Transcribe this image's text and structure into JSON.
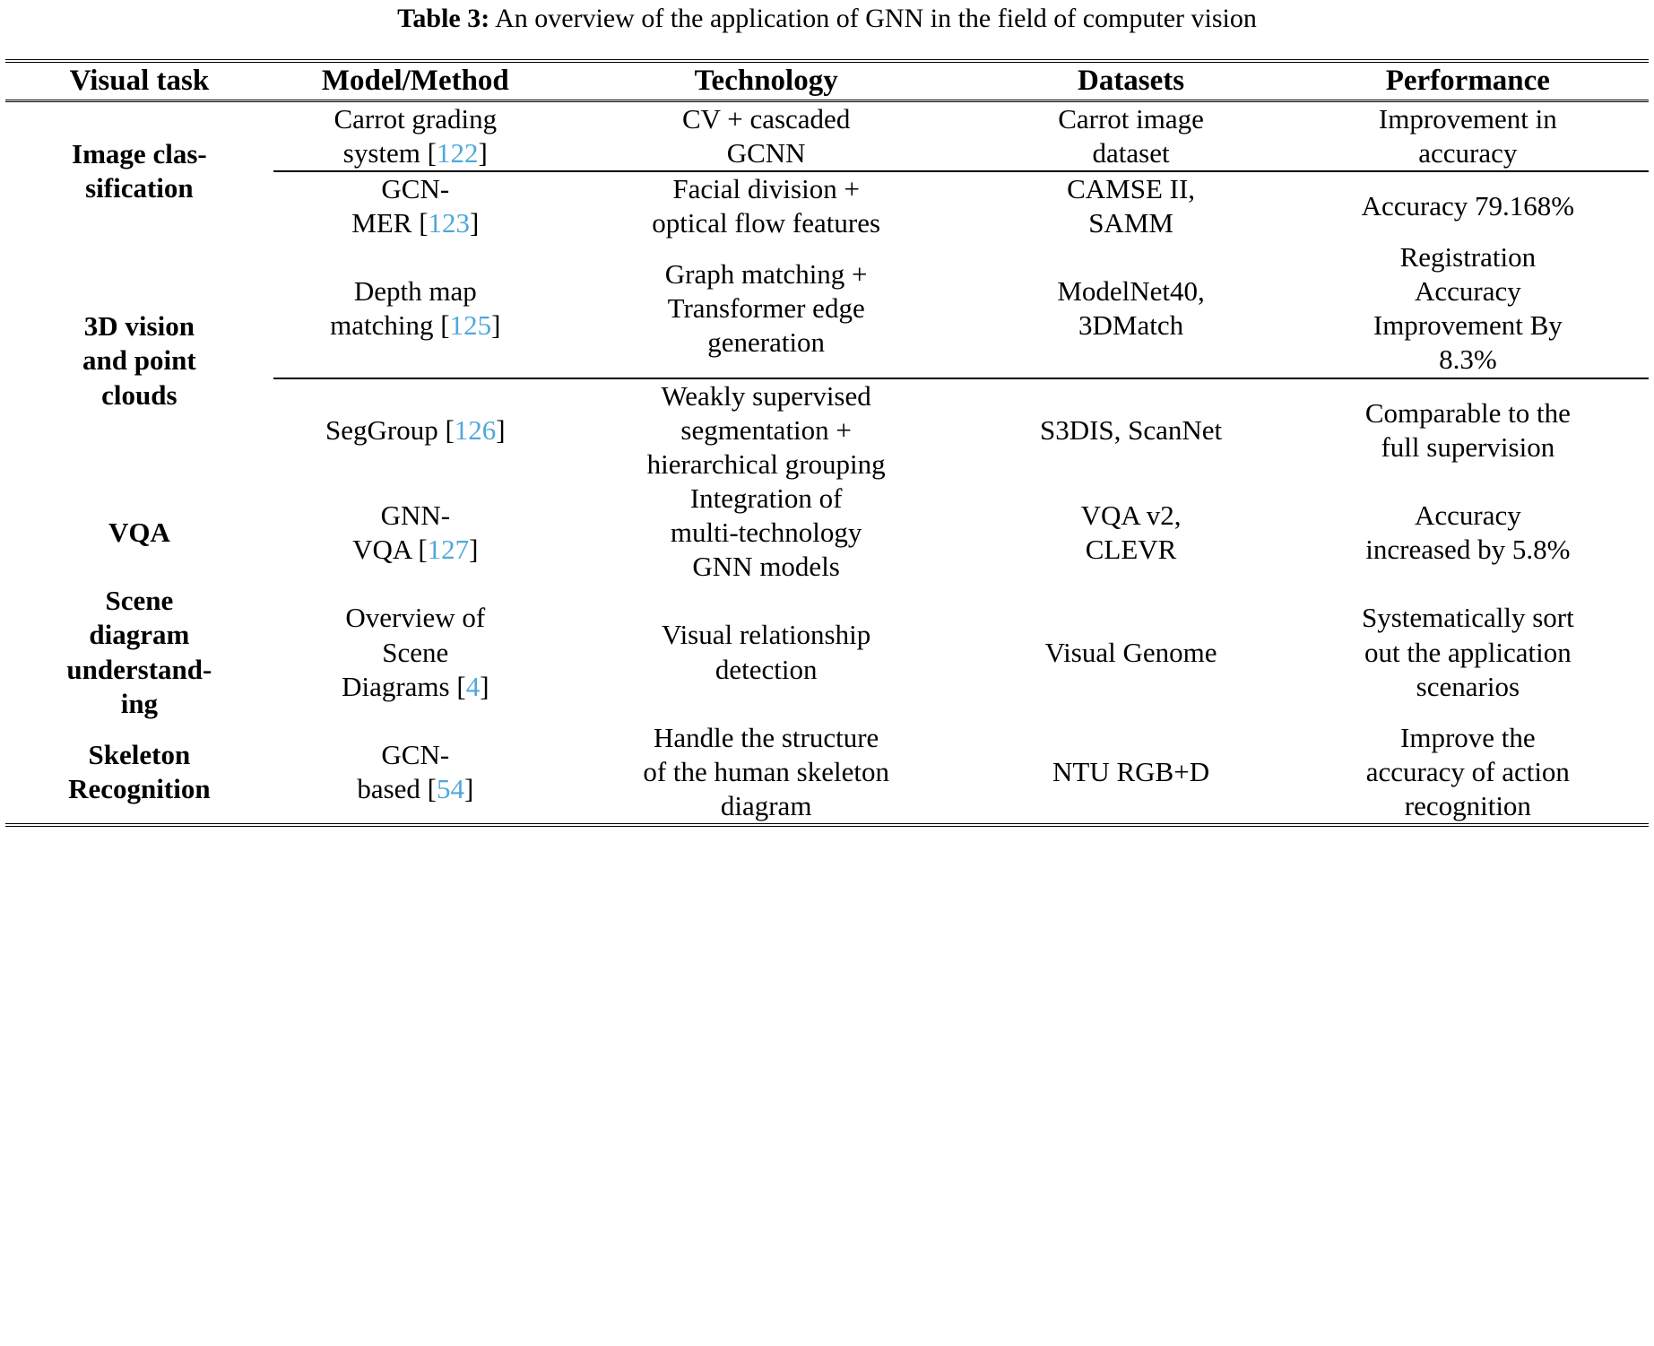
{
  "caption": {
    "label": "Table 3:",
    "text": " An overview of the application of GNN in the field of computer vision"
  },
  "colors": {
    "citation": "#4ea8dc",
    "rule": "#000000",
    "text": "#000000",
    "background": "#ffffff"
  },
  "table": {
    "columns": [
      {
        "key": "visual_task",
        "label": "Visual task"
      },
      {
        "key": "model_method",
        "label": "Model/Method"
      },
      {
        "key": "technology",
        "label": "Technology"
      },
      {
        "key": "datasets",
        "label": "Datasets"
      },
      {
        "key": "performance",
        "label": "Performance"
      }
    ],
    "rows": [
      {
        "visual_task": "Image clas-\nsification",
        "model_method": "Carrot grading\nsystem [",
        "model_cite": "122",
        "model_method_tail": "]",
        "technology": "CV + cascaded\nGCNN",
        "datasets": "Carrot image\ndataset",
        "performance": "Improvement in\naccuracy"
      },
      {
        "visual_task": "",
        "model_method": "GCN-\nMER [",
        "model_cite": "123",
        "model_method_tail": "]",
        "technology": "Facial division +\noptical flow features",
        "datasets": "CAMSE II,\nSAMM",
        "performance": "Accuracy 79.168%"
      },
      {
        "visual_task": "3D vision\nand point\nclouds",
        "model_method": "Depth map\nmatching [",
        "model_cite": "125",
        "model_method_tail": "]",
        "technology": "Graph matching +\nTransformer edge\ngeneration",
        "datasets": "ModelNet40,\n3DMatch",
        "performance": "Registration\nAccuracy\nImprovement By\n8.3%"
      },
      {
        "visual_task": "",
        "model_method": "SegGroup [",
        "model_cite": "126",
        "model_method_tail": "]",
        "technology": "Weakly supervised\nsegmentation +\nhierarchical grouping",
        "datasets": "S3DIS, ScanNet",
        "performance": "Comparable to the\nfull supervision"
      },
      {
        "visual_task": "VQA",
        "model_method": "GNN-\nVQA [",
        "model_cite": "127",
        "model_method_tail": "]",
        "technology": "Integration of\nmulti-technology\nGNN models",
        "datasets": "VQA v2,\nCLEVR",
        "performance": "Accuracy\nincreased by 5.8%"
      },
      {
        "visual_task": "Scene\ndiagram\nunderstand-\ning",
        "model_method": "Overview of\nScene\nDiagrams [",
        "model_cite": "4",
        "model_method_tail": "]",
        "technology": "Visual relationship\ndetection",
        "datasets": "Visual Genome",
        "performance": "Systematically sort\nout the application\nscenarios"
      },
      {
        "visual_task": "Skeleton\nRecognition",
        "model_method": "GCN-\nbased [",
        "model_cite": "54",
        "model_method_tail": "]",
        "technology": "Handle the structure\nof the human skeleton\ndiagram",
        "datasets": "NTU RGB+D",
        "performance": "Improve the\naccuracy of action\nrecognition"
      }
    ]
  }
}
